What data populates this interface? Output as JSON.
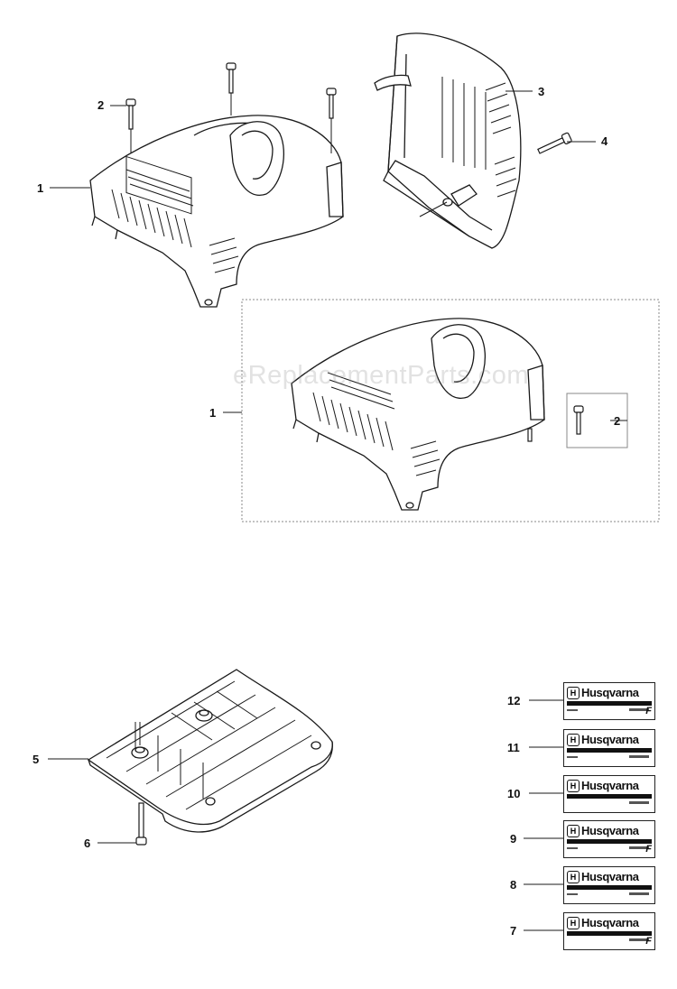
{
  "callouts": {
    "c1a": "1",
    "c2a": "2",
    "c3": "3",
    "c4": "4",
    "c1b": "1",
    "c2b": "2",
    "c5": "5",
    "c6": "6",
    "c12": "12",
    "c11": "11",
    "c10": "10",
    "c9": "9",
    "c8": "8",
    "c7": "7"
  },
  "watermark": "eReplacementParts.com",
  "decal_brand": "Husqvarna",
  "decal_model": "F",
  "colors": {
    "line": "#1a1a1a",
    "kit_box": "#888888"
  }
}
